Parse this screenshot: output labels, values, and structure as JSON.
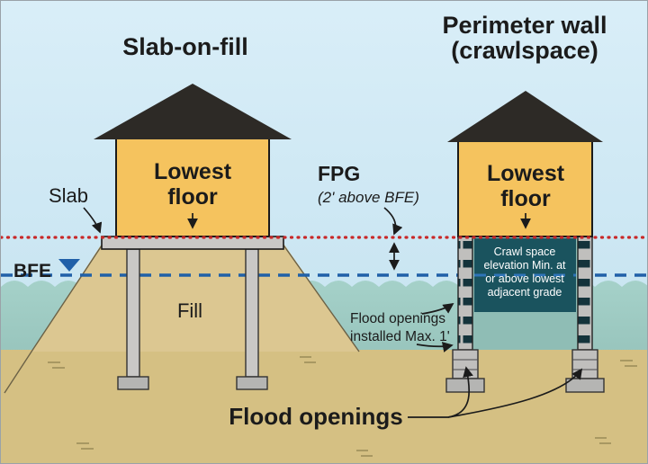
{
  "diagram": {
    "left_structure": {
      "title": "Slab-on-fill",
      "lowest_floor": [
        "Lowest",
        "floor"
      ],
      "slab_label": "Slab",
      "fill_label": "Fill"
    },
    "right_structure": {
      "title": [
        "Perimeter wall",
        "(crawlspace)"
      ],
      "lowest_floor": [
        "Lowest",
        "floor"
      ],
      "crawl_note": [
        "Crawl space",
        "elevation Min. at",
        "or above lowest",
        "adjacent grade"
      ]
    },
    "elevation_lines": {
      "bfe_label": "BFE",
      "fpg_label": "FPG",
      "fpg_note": "(2' above BFE)"
    },
    "annotations": {
      "openings_note": [
        "Flood openings",
        "installed Max. 1'"
      ],
      "flood_openings_label": "Flood openings"
    },
    "colors": {
      "sky": "#cde8f4",
      "water": "#98c6be",
      "sand": "#d5c083",
      "fill_mound": "#dcc791",
      "house": "#f5c35e",
      "roof": "#2d2a26",
      "concrete": "#c9c8c6",
      "crawl_panel": "#1a535e",
      "fpg_line_red": "#c82828",
      "bfe_line_blue": "#2060a8"
    }
  }
}
